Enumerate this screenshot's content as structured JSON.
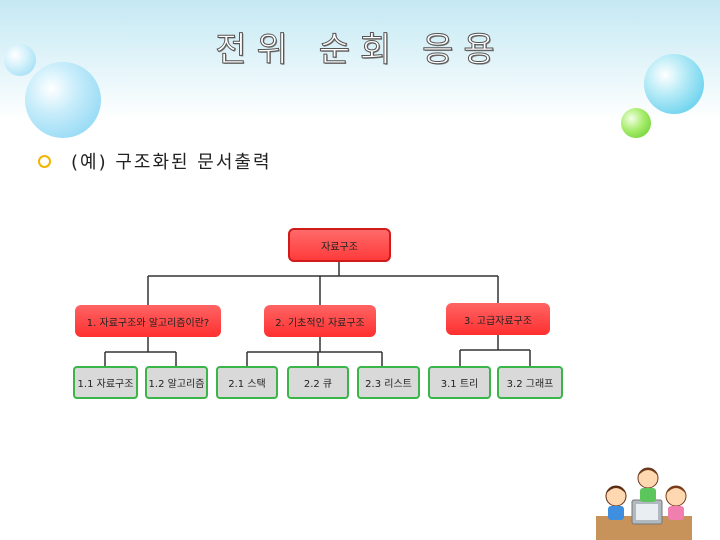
{
  "slide": {
    "title": "전위 순회 응용",
    "bullet": "(예) 구조화된 문서출력"
  },
  "tree": {
    "root": "자료구조",
    "level1": [
      {
        "label": "1. 자료구조와 알고리즘이란?",
        "children": [
          "1.1 자료구조",
          "1.2 알고리즘"
        ]
      },
      {
        "label": "2. 기초적인 자료구조",
        "children": [
          "2.1 스택",
          "2.2 큐",
          "2.3 리스트"
        ]
      },
      {
        "label": "3. 고급자료구조",
        "children": [
          "3.1 트리",
          "3.2 그래프"
        ]
      }
    ]
  },
  "colors": {
    "title_fill": "#ffffff",
    "bullet": "#f2b400",
    "root_fill": "#ff4d4d",
    "leaf_border": "#39b54a",
    "leaf_fill": "#d9d9d9"
  },
  "decorations": {
    "bottom_right_illustration": "children-with-computer"
  }
}
